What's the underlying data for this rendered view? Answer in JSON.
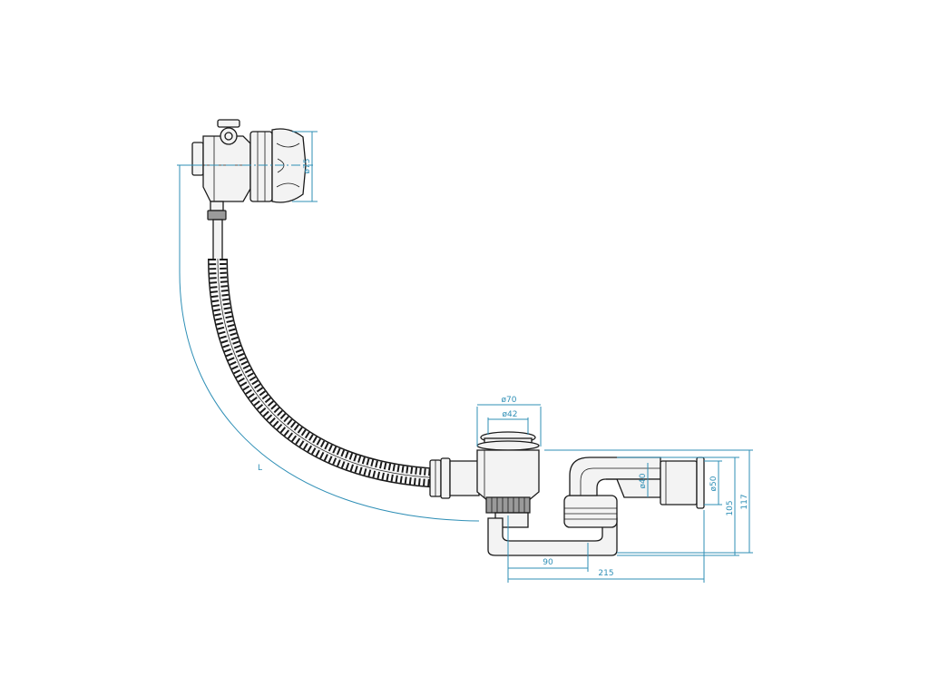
{
  "diagram": {
    "labels": {
      "d75": "ø75",
      "d70": "ø70",
      "d42": "ø42",
      "d40": "ø40",
      "d50": "ø50",
      "h105": "105",
      "h117": "117",
      "w90": "90",
      "w215": "215",
      "length": "L"
    },
    "colors": {
      "dimension": "#2f8fb6",
      "outline": "#1a1a1a",
      "fill": "#f3f3f3"
    }
  }
}
